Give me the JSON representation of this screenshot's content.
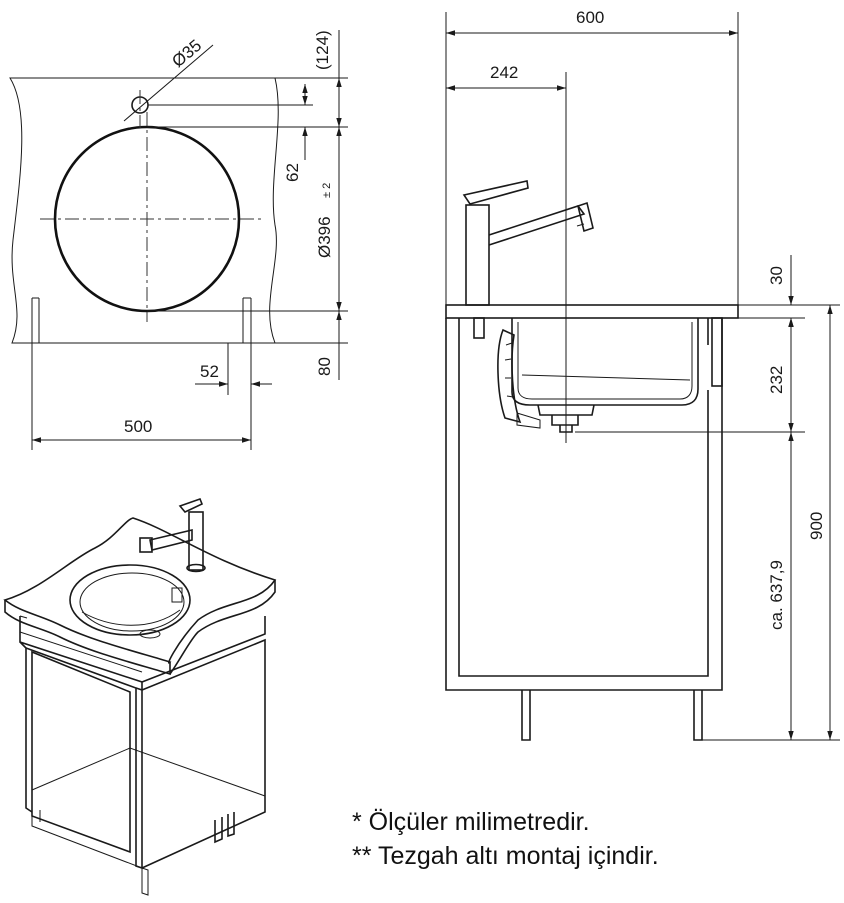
{
  "dimensions": {
    "hole_diameter": "Ø35",
    "offset_124": "(124)",
    "dim_62": "62",
    "bowl_diameter": "Ø396",
    "tolerance": "± 2",
    "dim_80": "80",
    "dim_52": "52",
    "width_500": "500",
    "width_600": "600",
    "dim_242": "242",
    "thickness_30": "30",
    "depth_232": "232",
    "height_900": "900",
    "height_637": "ca. 637,9"
  },
  "notes": {
    "units": "* Ölçüler milimetredir.",
    "mounting": "** Tezgah altı montaj içindir."
  }
}
